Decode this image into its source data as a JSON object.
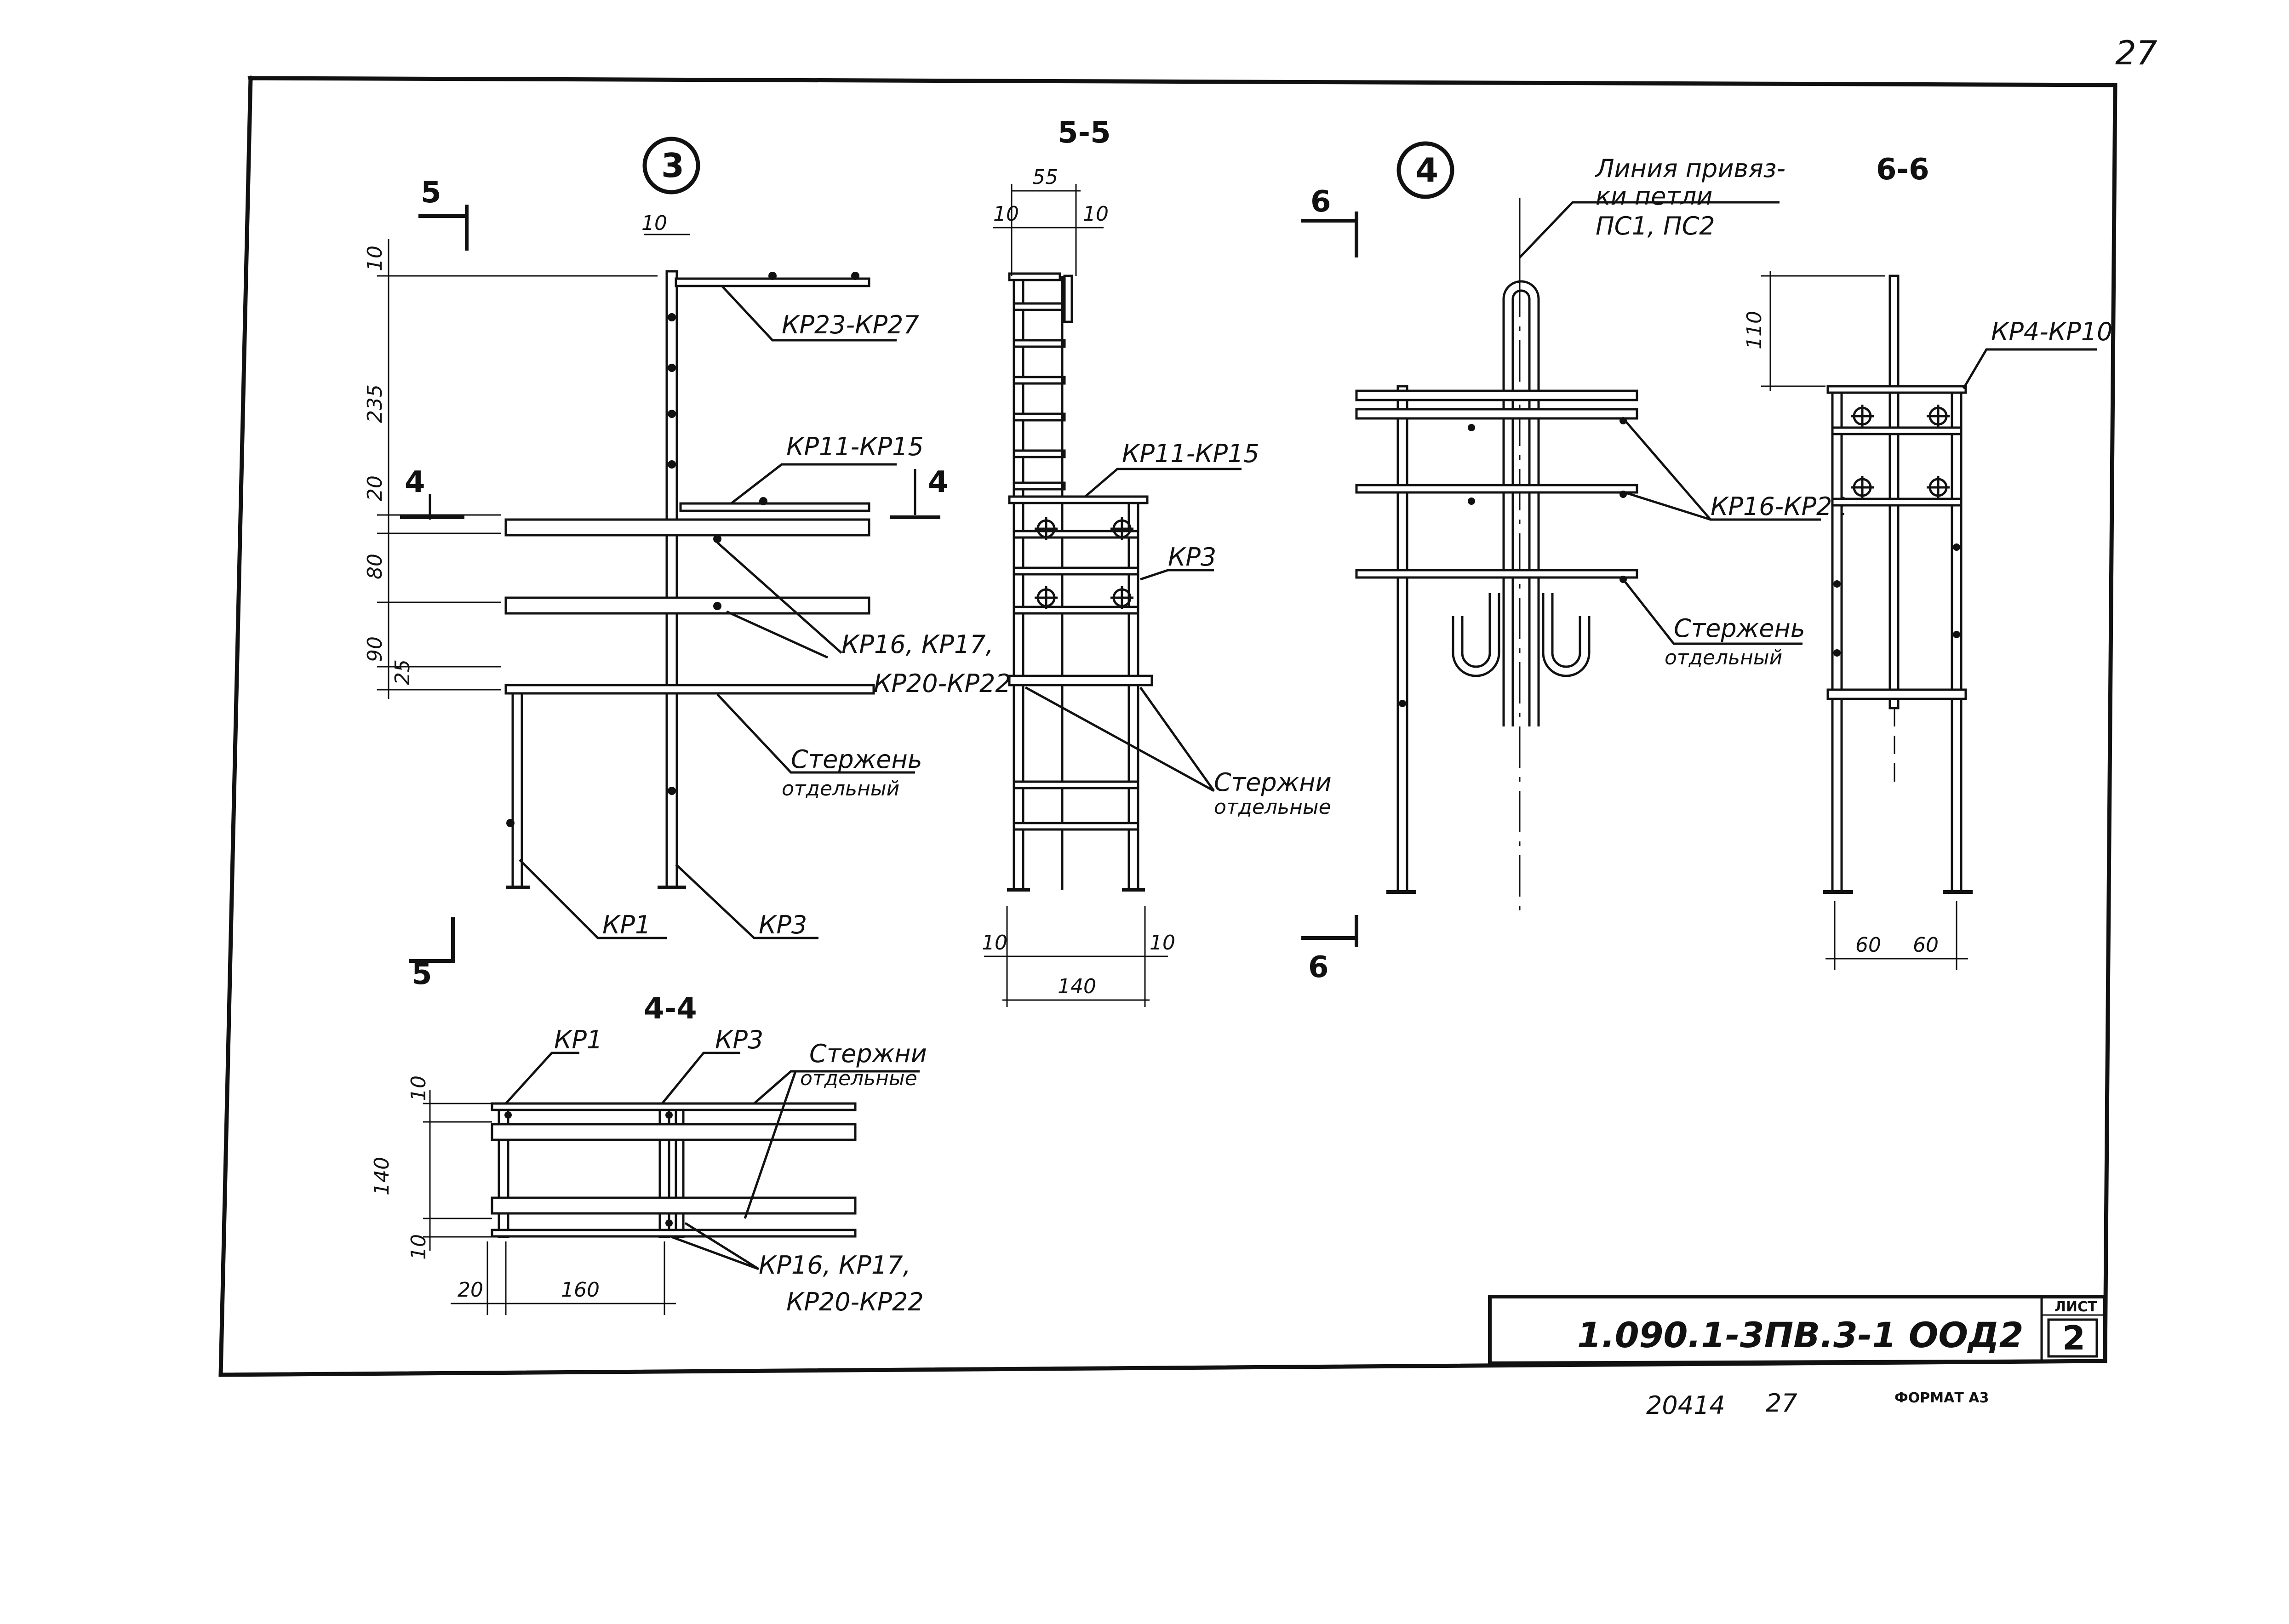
{
  "page_number": "27",
  "bottom_note": {
    "code": "20414",
    "page": "27",
    "format": "ФОРМАТ А3"
  },
  "title_block": {
    "designation": "1.090.1-3ПВ.3-1   ООД2",
    "sheet_label": "ЛИСТ",
    "sheet_number": "2"
  },
  "node3": {
    "id": "3",
    "cut_top": "5",
    "cut_bottom": "5",
    "cut_side_left": "4",
    "cut_side_right": "4",
    "labels": {
      "kp23": "КР23-КР27",
      "kp11": "КР11-КР15",
      "kp16a": "КР16, КР17,",
      "kp16b": "КР20-КР22",
      "rod1": "Стержень",
      "rod2": "отдельный",
      "kp1": "КР1",
      "kp3": "КР3"
    },
    "dims": {
      "d10_top": "10",
      "d10_h": "10",
      "d235": "235",
      "d20": "20",
      "d80": "80",
      "d90": "90",
      "d25": "25"
    }
  },
  "section55": {
    "title": "5-5",
    "labels": {
      "kp11": "КР11-КР15",
      "kp3": "КР3",
      "rods1": "Стержни",
      "rods2": "отдельные"
    },
    "dims": {
      "d55": "55",
      "d10a": "10",
      "d10b": "10",
      "d10c": "10",
      "d10d": "10",
      "d140": "140"
    }
  },
  "node4": {
    "id": "4",
    "cut_top": "6",
    "cut_bottom": "6",
    "labels": {
      "line1": "Линия привяз-",
      "line2": "ки петли",
      "line3": "ПС1, ПС2",
      "kp16": "КР16-КР22",
      "rod1": "Стержень",
      "rod2": "отдельный"
    }
  },
  "section66": {
    "title": "6-6",
    "labels": {
      "kp4": "КР4-КР10"
    },
    "dims": {
      "d110": "110",
      "d60a": "60",
      "d60b": "60"
    }
  },
  "section44": {
    "title": "4-4",
    "labels": {
      "kp1": "КР1",
      "kp3": "КР3",
      "rods1": "Стержни",
      "rods2": "отдельные",
      "kp16a": "КР16, КР17,",
      "kp16b": "КР20-КР22"
    },
    "dims": {
      "d10a": "10",
      "d140": "140",
      "d10b": "10",
      "d20": "20",
      "d160": "160"
    }
  }
}
